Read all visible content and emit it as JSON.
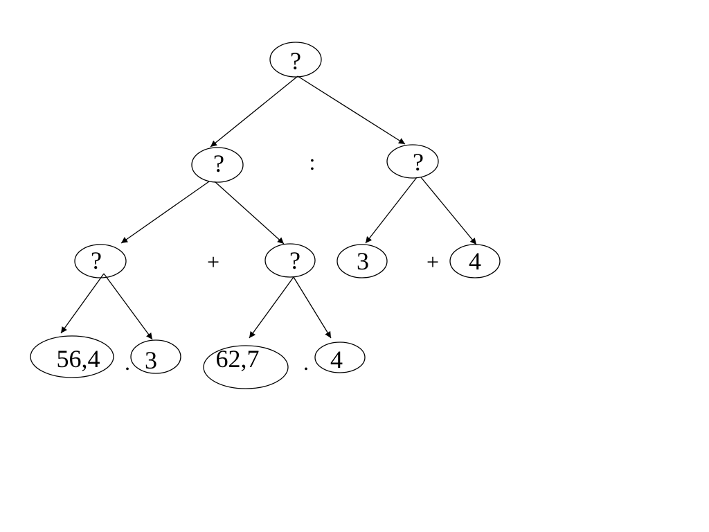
{
  "nodes": {
    "root": "?",
    "left": "?",
    "right": "?",
    "left_left": "?",
    "left_right": "?",
    "right_a": "3",
    "right_b": "4",
    "ll_a": "56,4",
    "ll_b": "3",
    "lr_a": "62,7",
    "lr_b": "4"
  },
  "operators": {
    "division": ":",
    "plus_left": "+",
    "plus_right": "+",
    "dot_left": ".",
    "dot_right": "."
  }
}
